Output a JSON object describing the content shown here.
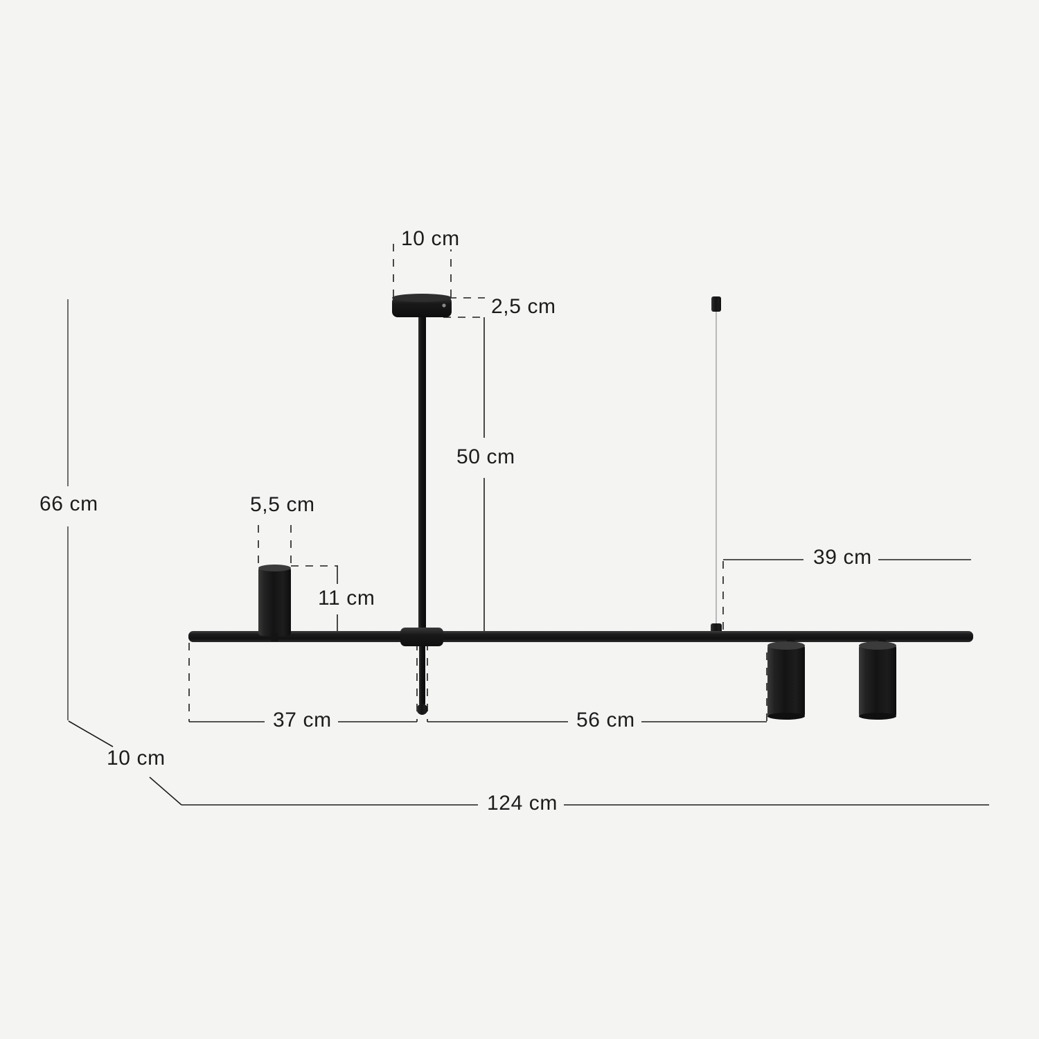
{
  "page": {
    "title": "Ceiling lamp dimension diagram",
    "background_color": "#f4f4f3",
    "line_color": "#1c1c1c",
    "product_color": "#171717",
    "cable_color": "#b9b9b9"
  },
  "dimensions": {
    "canopy_width": "10 cm",
    "canopy_height": "2,5 cm",
    "rod_length": "50 cm",
    "shade_width": "5,5 cm",
    "shade_height": "11 cm",
    "total_height": "66 cm",
    "depth": "10 cm",
    "left_span": "37 cm",
    "right_span": "56 cm",
    "suspension_offset": "39 cm",
    "total_width": "124 cm"
  },
  "chart_data": {
    "type": "diagram",
    "title": "Ceiling lamp dimension diagram",
    "unit": "cm",
    "measurements": [
      {
        "name": "canopy_width",
        "label": "10 cm",
        "value": 10,
        "axis": "horizontal",
        "style": "dashed"
      },
      {
        "name": "canopy_height",
        "label": "2,5 cm",
        "value": 2.5,
        "axis": "vertical",
        "style": "dashed"
      },
      {
        "name": "rod_length",
        "label": "50 cm",
        "value": 50,
        "axis": "vertical",
        "style": "solid-bracket"
      },
      {
        "name": "shade_width",
        "label": "5,5 cm",
        "value": 5.5,
        "axis": "horizontal",
        "style": "dashed"
      },
      {
        "name": "shade_height",
        "label": "11 cm",
        "value": 11,
        "axis": "vertical",
        "style": "solid-bracket"
      },
      {
        "name": "total_height",
        "label": "66 cm",
        "value": 66,
        "axis": "vertical",
        "style": "solid"
      },
      {
        "name": "depth",
        "label": "10 cm",
        "value": 10,
        "axis": "diagonal",
        "style": "solid"
      },
      {
        "name": "left_span",
        "label": "37 cm",
        "value": 37,
        "axis": "horizontal",
        "style": "solid-bracket"
      },
      {
        "name": "right_span",
        "label": "56 cm",
        "value": 56,
        "axis": "horizontal",
        "style": "solid-bracket"
      },
      {
        "name": "suspension_offset",
        "label": "39 cm",
        "value": 39,
        "axis": "horizontal",
        "style": "solid-bracket"
      },
      {
        "name": "total_width",
        "label": "124 cm",
        "value": 124,
        "axis": "horizontal",
        "style": "solid"
      }
    ],
    "parts": [
      {
        "name": "ceiling-canopy",
        "shape": "disc",
        "count": 1
      },
      {
        "name": "vertical-rod",
        "shape": "rod",
        "count": 1
      },
      {
        "name": "horizontal-bar",
        "shape": "bar",
        "count": 1
      },
      {
        "name": "upward-shade",
        "shape": "cylinder",
        "count": 1
      },
      {
        "name": "downward-shade",
        "shape": "cylinder",
        "count": 2
      },
      {
        "name": "suspension-cable",
        "shape": "cable",
        "count": 1
      },
      {
        "name": "ball-finial",
        "shape": "sphere",
        "count": 1
      }
    ]
  }
}
